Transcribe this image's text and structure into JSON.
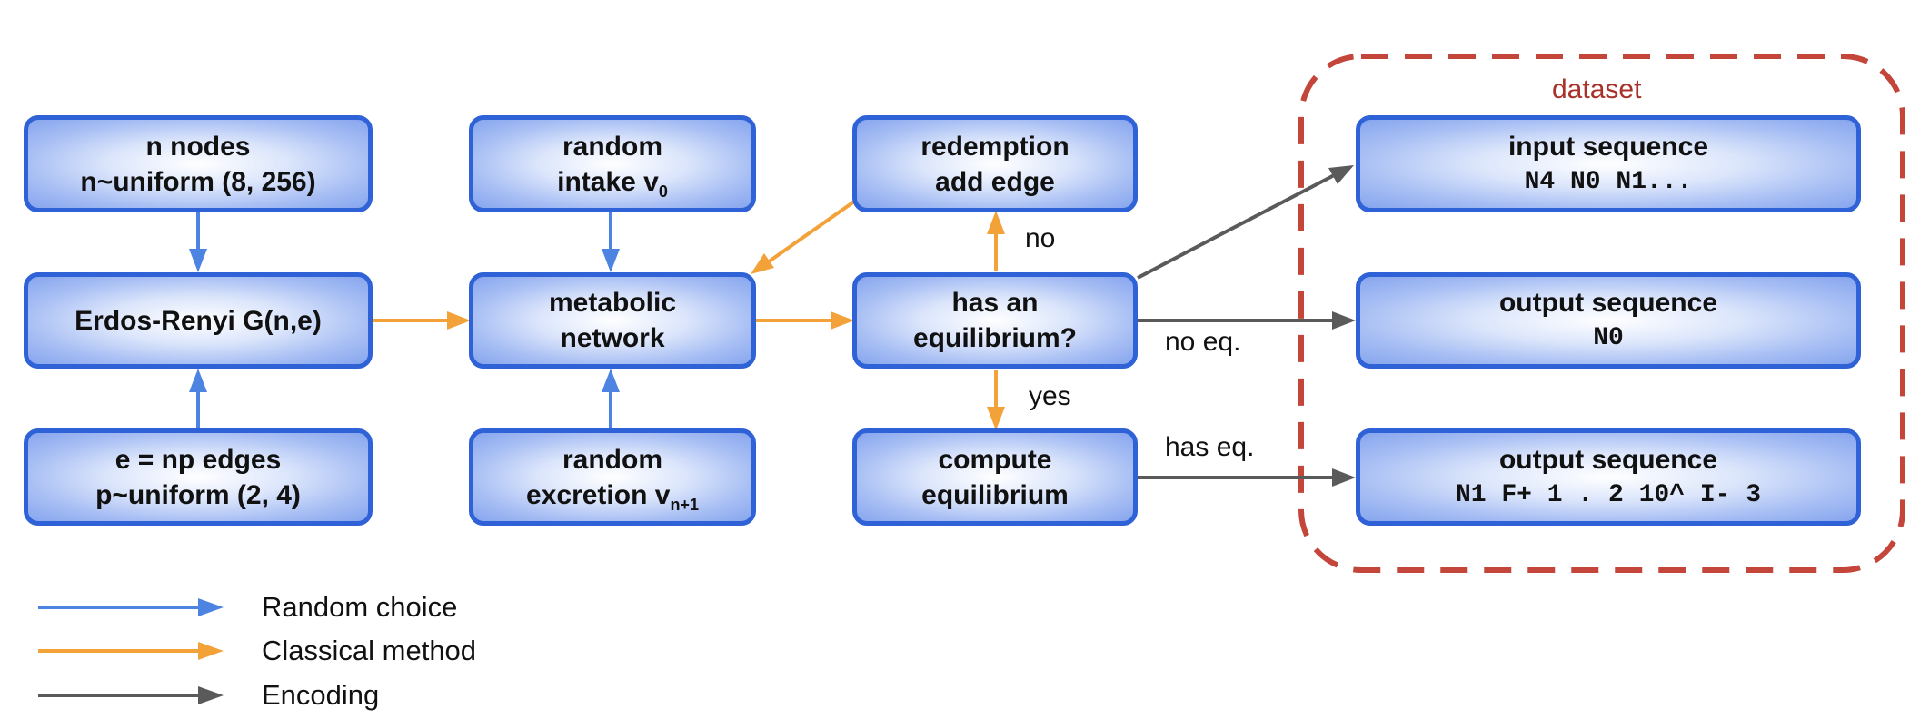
{
  "nodes": {
    "n_nodes": {
      "line1": "n nodes",
      "line2": "n~uniform (8, 256)"
    },
    "erdos_renyi": {
      "line1": "Erdos-Renyi G(n,e)"
    },
    "edges": {
      "line1": "e = np edges",
      "line2": "p~uniform (2, 4)"
    },
    "random_intake": {
      "line1": "random",
      "line2": "intake v",
      "sub": "0"
    },
    "metabolic_network": {
      "line1": "metabolic",
      "line2": "network"
    },
    "random_excretion": {
      "line1": "random",
      "line2": "excretion v",
      "sub": "n+1"
    },
    "redemption": {
      "line1": "redemption",
      "line2": "add edge"
    },
    "has_equilibrium": {
      "line1": "has an",
      "line2": "equilibrium?"
    },
    "compute_equilibrium": {
      "line1": "compute",
      "line2": "equilibrium"
    },
    "input_sequence": {
      "line1": "input sequence",
      "line2": "N4 N0 N1..."
    },
    "output_sequence_no_eq": {
      "line1": "output sequence",
      "line2": "N0"
    },
    "output_sequence_eq": {
      "line1": "output sequence",
      "line2": "N1 F+ 1 . 2 10^ I- 3"
    }
  },
  "edge_labels": {
    "no": "no",
    "yes": "yes",
    "no_eq": "no eq.",
    "has_eq": "has eq."
  },
  "dataset_label": "dataset",
  "legend": [
    {
      "label": "Random choice",
      "color": "#4d84e2"
    },
    {
      "label": "Classical method",
      "color": "#f3a23a"
    },
    {
      "label": "Encoding",
      "color": "#5a5a5a"
    }
  ],
  "colors": {
    "node_border": "#2f62d6",
    "dataset_border": "#c4463a",
    "random_arrow": "#4d84e2",
    "classical_arrow": "#f3a23a",
    "encoding_arrow": "#5a5a5a"
  }
}
